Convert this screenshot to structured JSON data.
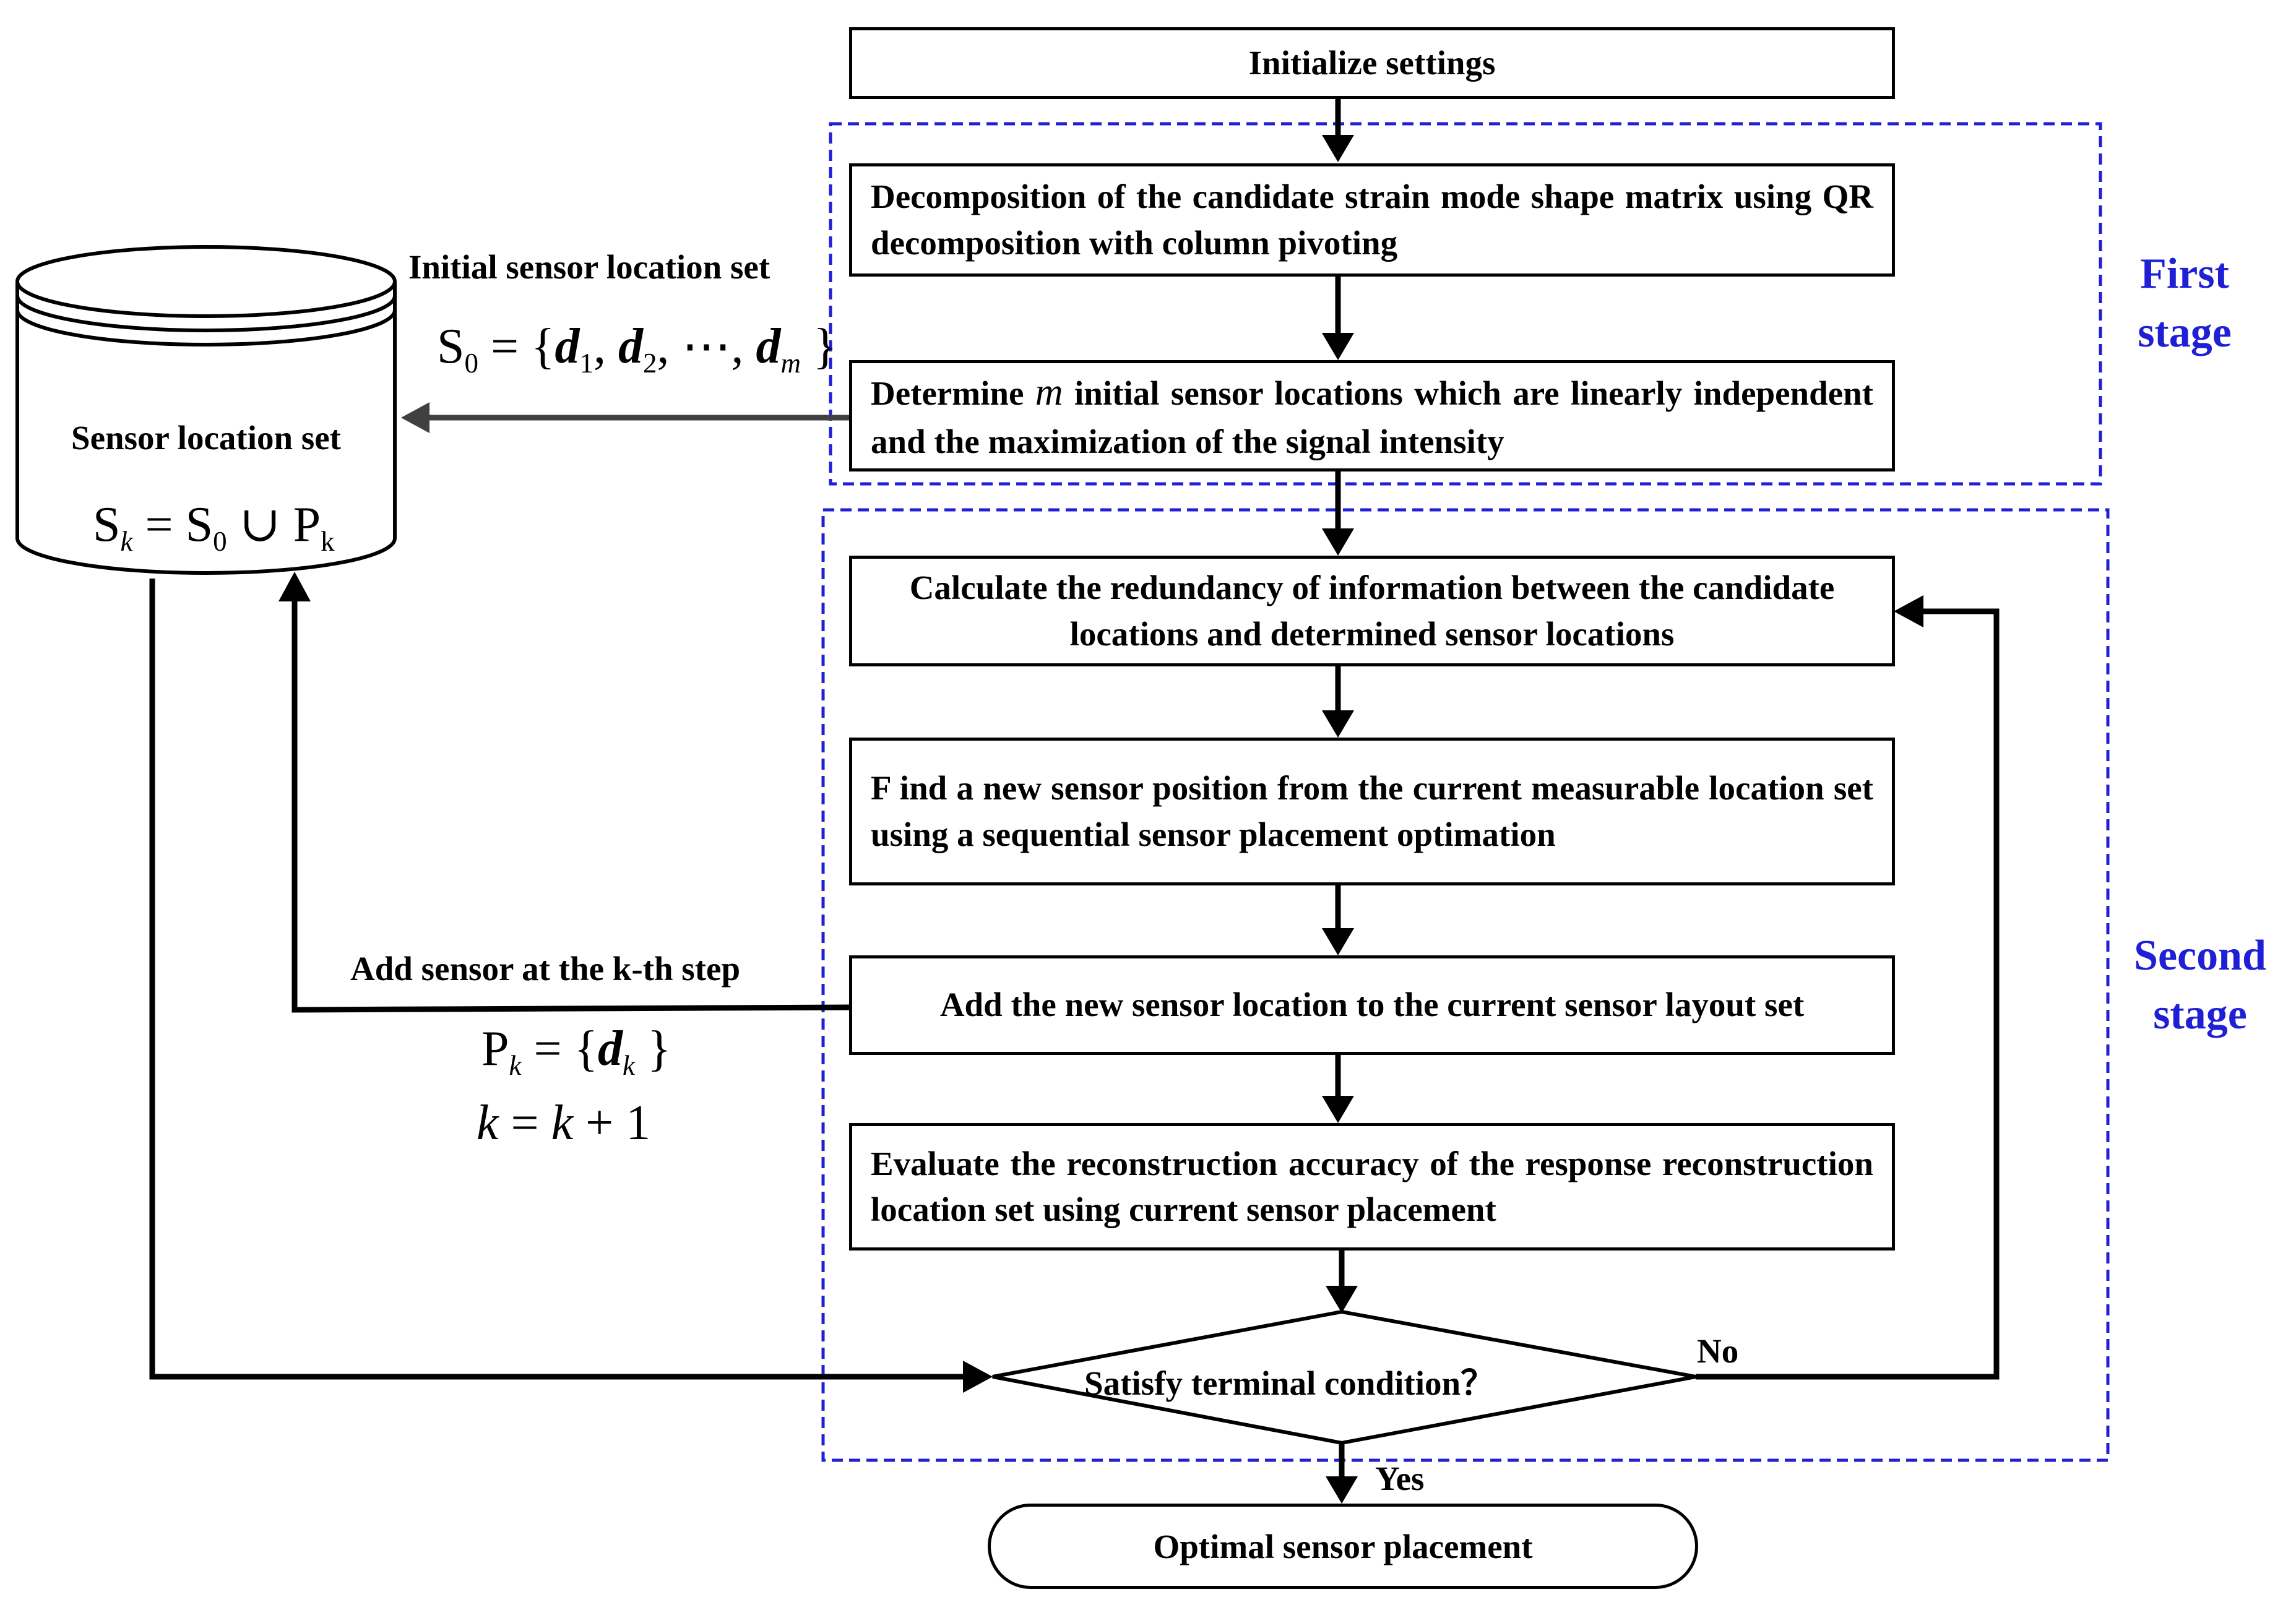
{
  "colors": {
    "stage_border": "#1f1fd6",
    "stage_text": "#1f1fd6",
    "line": "#000000",
    "gray_arrow": "#404040"
  },
  "steps": {
    "init": "Initialize settings",
    "qr": "Decomposition of the candidate strain mode shape matrix using QR decomposition with column pivoting",
    "determine_a": "Determine",
    "determine_m": "m",
    "determine_b": " initial sensor locations which are linearly independent and the maximization of the signal intensity",
    "redundancy": "Calculate the redundancy of information  between the candidate locations and determined sensor locations",
    "find": "F ind a new sensor position from the current measurable location set using a sequential sensor placement optimation",
    "add": "Add the new sensor location to the current sensor layout set",
    "evaluate": "Evaluate the reconstruction accuracy of the  response reconstruction location set using current sensor placement",
    "decision": "Satisfy terminal condition？",
    "terminal": "Optimal sensor placement"
  },
  "stages": {
    "first": "First stage",
    "second": "Second stage"
  },
  "branches": {
    "no": "No",
    "yes": "Yes"
  },
  "database": {
    "title": "Sensor location set",
    "formula_S": "S",
    "formula_k": "k",
    "formula_eq": " = S",
    "formula_0": "0",
    "formula_cup": " ∪ P",
    "formula_k2": "k"
  },
  "initial": {
    "label": "Initial sensor location set",
    "S": "S",
    "sub0": "0",
    "eq": " = {",
    "d": "d",
    "sub1": "1",
    "comma1": ", ",
    "sub2": "2",
    "mid": ", ⋯, ",
    "subm": "m",
    "close": " }"
  },
  "add_step": {
    "label": "Add sensor at the k-th step",
    "P": "P",
    "subk": "k",
    "eq": " = {",
    "d": "d",
    "close": " }",
    "k1": "k",
    "k_eq": " = ",
    "k2": "k",
    "plus": " + 1"
  }
}
